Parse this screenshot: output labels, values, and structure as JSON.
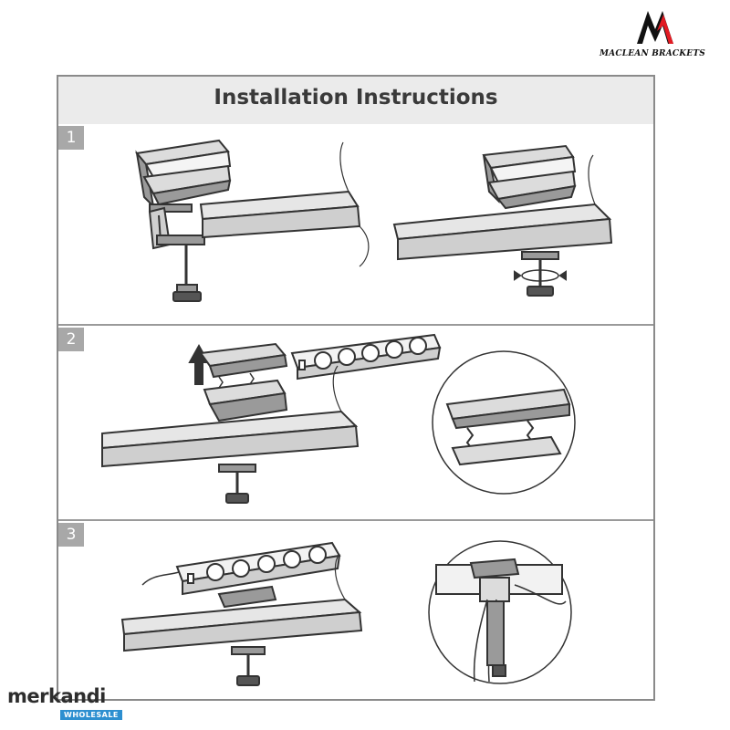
{
  "brand": {
    "name": "MACLEAN BRACKETS",
    "icon": "maclean-m-logo",
    "colors": {
      "mark_dark": "#111111",
      "mark_red": "#e21b23"
    }
  },
  "document": {
    "title": "Installation Instructions",
    "steps": [
      {
        "number": "1"
      },
      {
        "number": "2"
      },
      {
        "number": "3"
      }
    ]
  },
  "watermark": {
    "name": "merkandi",
    "tag": "WHOLESALE",
    "tag_color": "#2d8fd0"
  },
  "colors": {
    "frame_border": "#8a8a8a",
    "title_bar": "#ebebeb",
    "badge": "#a8a8a8",
    "line_art": "#333333",
    "desk_fill": "#e6e6e6",
    "clamp_fill": "#9a9a9a",
    "strip_fill": "#f2f2f2"
  }
}
